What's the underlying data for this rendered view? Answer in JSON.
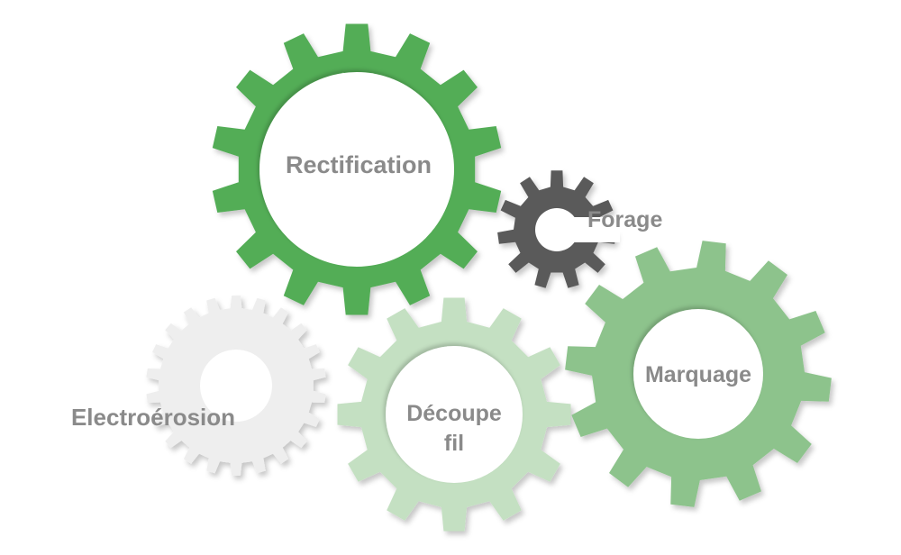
{
  "colors": {
    "rectification": "#53ad57",
    "forage": "#5a5a5a",
    "marquage": "#8dc38c",
    "decoupe": "#c4e0c2",
    "electroerosion": "#eeeeee",
    "label": "#8a8a8a",
    "hole": "#ffffff"
  },
  "gears": [
    {
      "key": "rectification",
      "label": "Rectification"
    },
    {
      "key": "forage",
      "label": "Forage"
    },
    {
      "key": "marquage",
      "label": "Marquage"
    },
    {
      "key": "decoupe",
      "label_line1": "Découpe",
      "label_line2": "fil"
    },
    {
      "key": "electroerosion",
      "label": "Electroérosion"
    }
  ]
}
